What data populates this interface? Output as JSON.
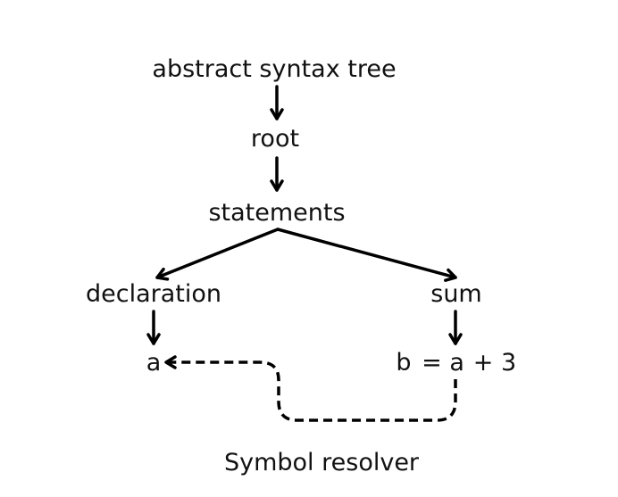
{
  "diagram": {
    "nodes": {
      "ast": "abstract syntax tree",
      "root": "root",
      "statements": "statements",
      "declaration": "declaration",
      "sum": "sum",
      "decl_var": "a",
      "expr_b": "b",
      "expr_eq": "= a",
      "expr_plus": "+ 3"
    },
    "caption": "Symbol resolver"
  },
  "colors": {
    "stroke": "#000000",
    "text": "#111111",
    "background": "#ffffff"
  }
}
